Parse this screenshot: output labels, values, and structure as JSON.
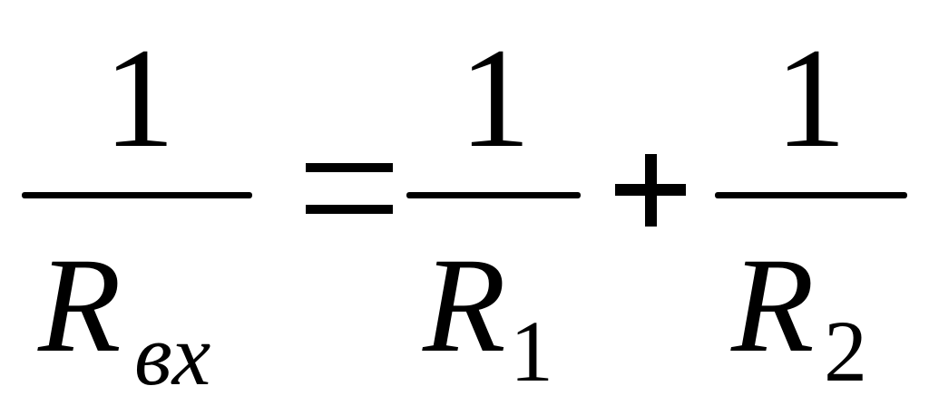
{
  "equation": {
    "term_lhs": {
      "numerator": "1",
      "denominator_symbol": "R",
      "denominator_subscript": "вх"
    },
    "equals_operator": "=",
    "term_first": {
      "numerator": "1",
      "denominator_symbol": "R",
      "denominator_subscript": "1"
    },
    "plus_operator": "+",
    "term_second": {
      "numerator": "1",
      "denominator_symbol": "R",
      "denominator_subscript": "2"
    }
  },
  "colors": {
    "ink": "#000000",
    "background": "#ffffff"
  }
}
